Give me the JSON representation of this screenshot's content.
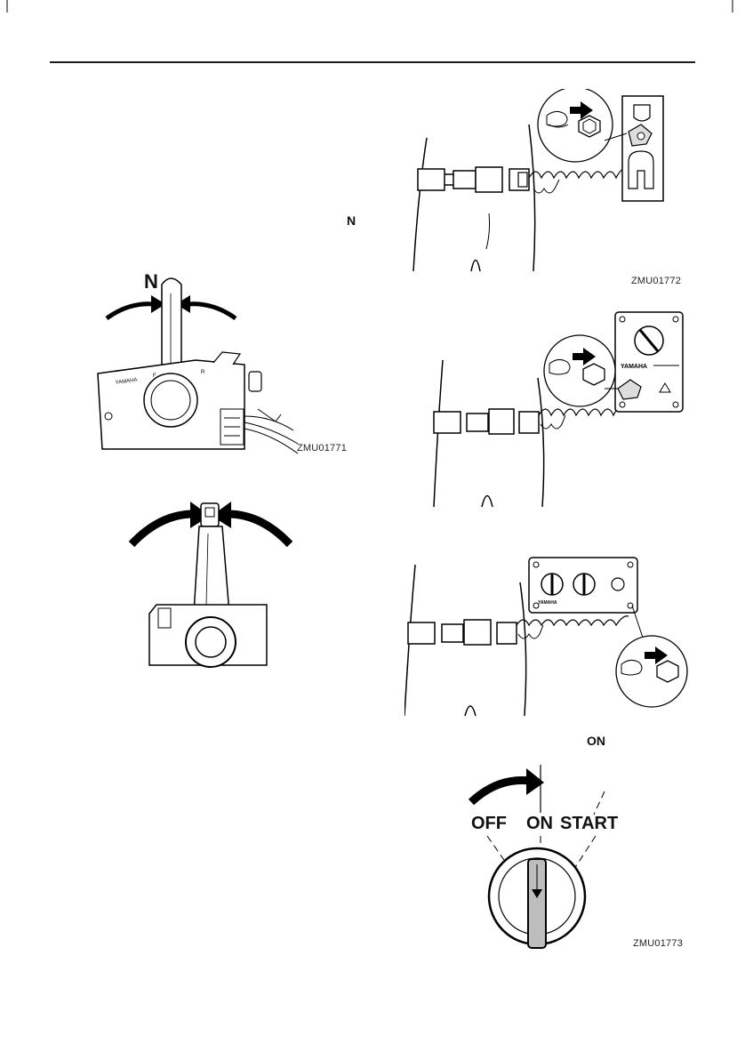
{
  "page": {
    "inline_n": "N",
    "inline_on": "ON"
  },
  "figures": {
    "lanyard_tiller": {
      "code": "ZMU01772"
    },
    "remote_control_lever": {
      "code": "ZMU01771",
      "n_label": "N"
    },
    "remote_control_lever_2": {},
    "lanyard_panel_single": {
      "brand": "YAMAHA"
    },
    "lanyard_panel_dual": {
      "brand": "YAMAHA"
    },
    "main_switch": {
      "code": "ZMU01773",
      "positions": [
        "OFF",
        "ON",
        "START"
      ]
    }
  }
}
